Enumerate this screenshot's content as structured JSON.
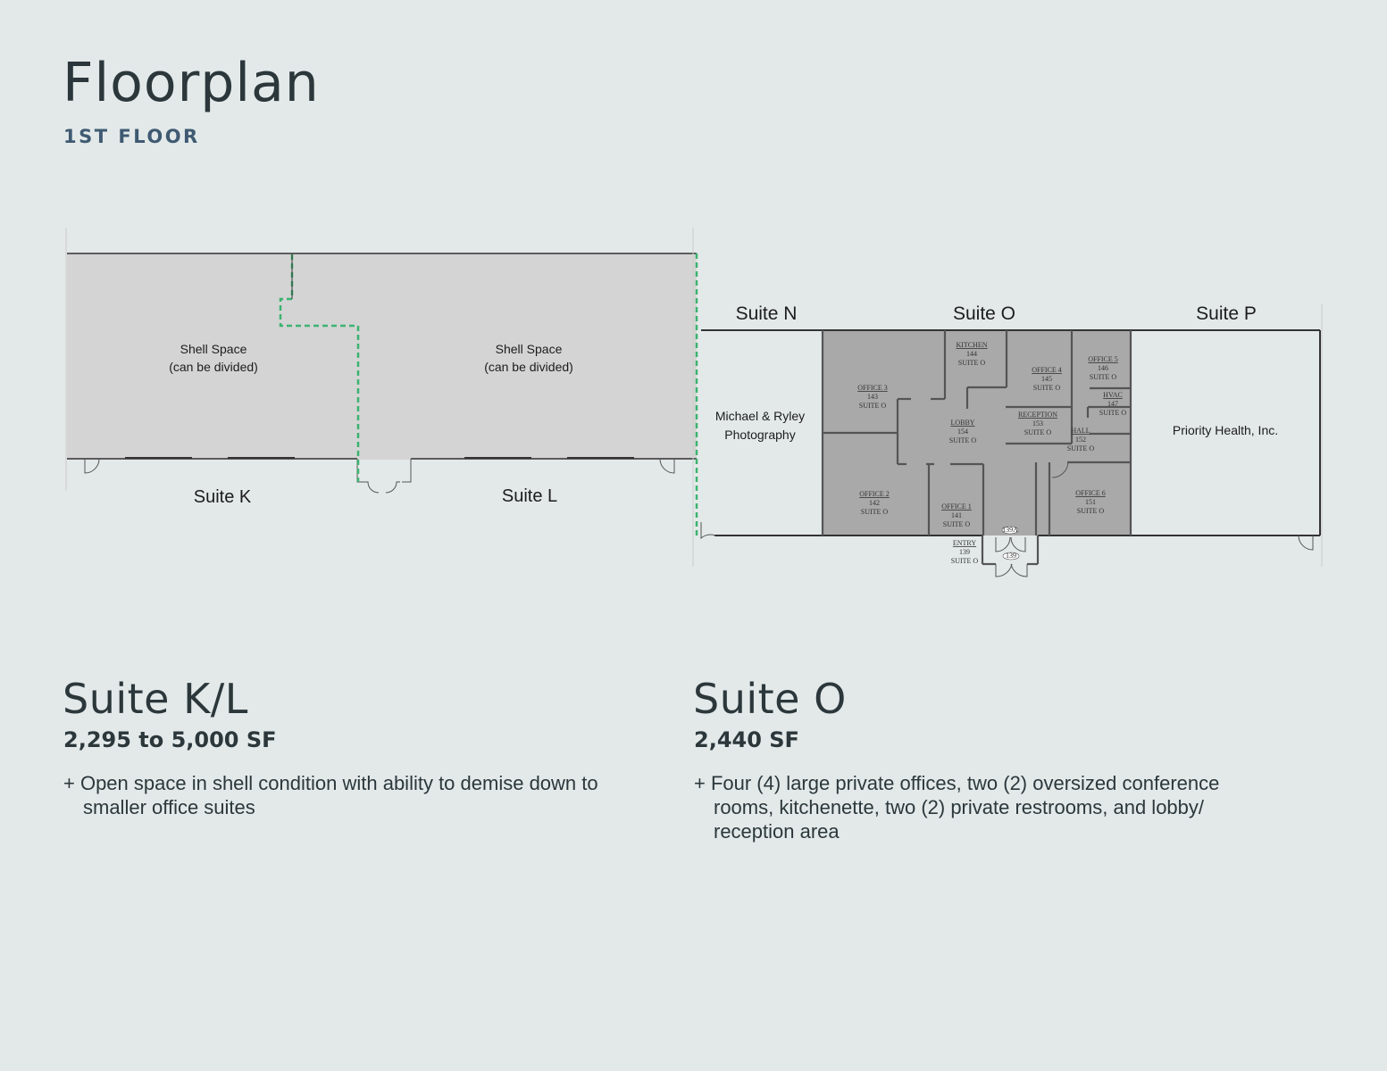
{
  "header": {
    "title": "Floorplan",
    "subtitle": "1ST FLOOR"
  },
  "plan": {
    "colors": {
      "shell": "#d4d4d4",
      "suite_o": "#a9a9a9",
      "demise_line": "#3cb371",
      "wall": "#333333"
    },
    "left": {
      "shell_label": "Shell Space",
      "shell_sub": "(can be divided)",
      "suite_k": "Suite K",
      "suite_l": "Suite L"
    },
    "right": {
      "suite_n": "Suite N",
      "suite_o": "Suite O",
      "suite_p": "Suite P",
      "tenant_n_line1": "Michael & Ryley",
      "tenant_n_line2": "Photography",
      "tenant_p": "Priority Health, Inc.",
      "rooms": [
        {
          "name": "KITCHEN",
          "num": "144",
          "suite": "SUITE O"
        },
        {
          "name": "OFFICE 3",
          "num": "143",
          "suite": "SUITE O"
        },
        {
          "name": "OFFICE 4",
          "num": "145",
          "suite": "SUITE O"
        },
        {
          "name": "OFFICE 5",
          "num": "146",
          "suite": "SUITE O"
        },
        {
          "name": "HVAC",
          "num": "147",
          "suite": "SUITE O"
        },
        {
          "name": "RECEPTION",
          "num": "153",
          "suite": "SUITE O"
        },
        {
          "name": "LOBBY",
          "num": "154",
          "suite": "SUITE O"
        },
        {
          "name": "HALL",
          "num": "152",
          "suite": "SUITE O"
        },
        {
          "name": "OFFICE 2",
          "num": "142",
          "suite": "SUITE O"
        },
        {
          "name": "OFFICE 1",
          "num": "141",
          "suite": "SUITE O"
        },
        {
          "name": "OFFICE 6",
          "num": "151",
          "suite": "SUITE O"
        },
        {
          "name": "ENTRY",
          "num": "139",
          "suite": "SUITE O"
        }
      ],
      "door_tags": [
        "139A",
        "139"
      ]
    }
  },
  "suites": [
    {
      "title": "Suite K/L",
      "sf": "2,295 to 5,000 SF",
      "desc": "+ Open space in shell condition with ability to demise down to smaller office suites"
    },
    {
      "title": "Suite O",
      "sf": "2,440 SF",
      "desc": "+ Four (4) large private offices, two (2) oversized conference rooms, kitchenette, two (2) private restrooms, and lobby/ reception area"
    }
  ]
}
